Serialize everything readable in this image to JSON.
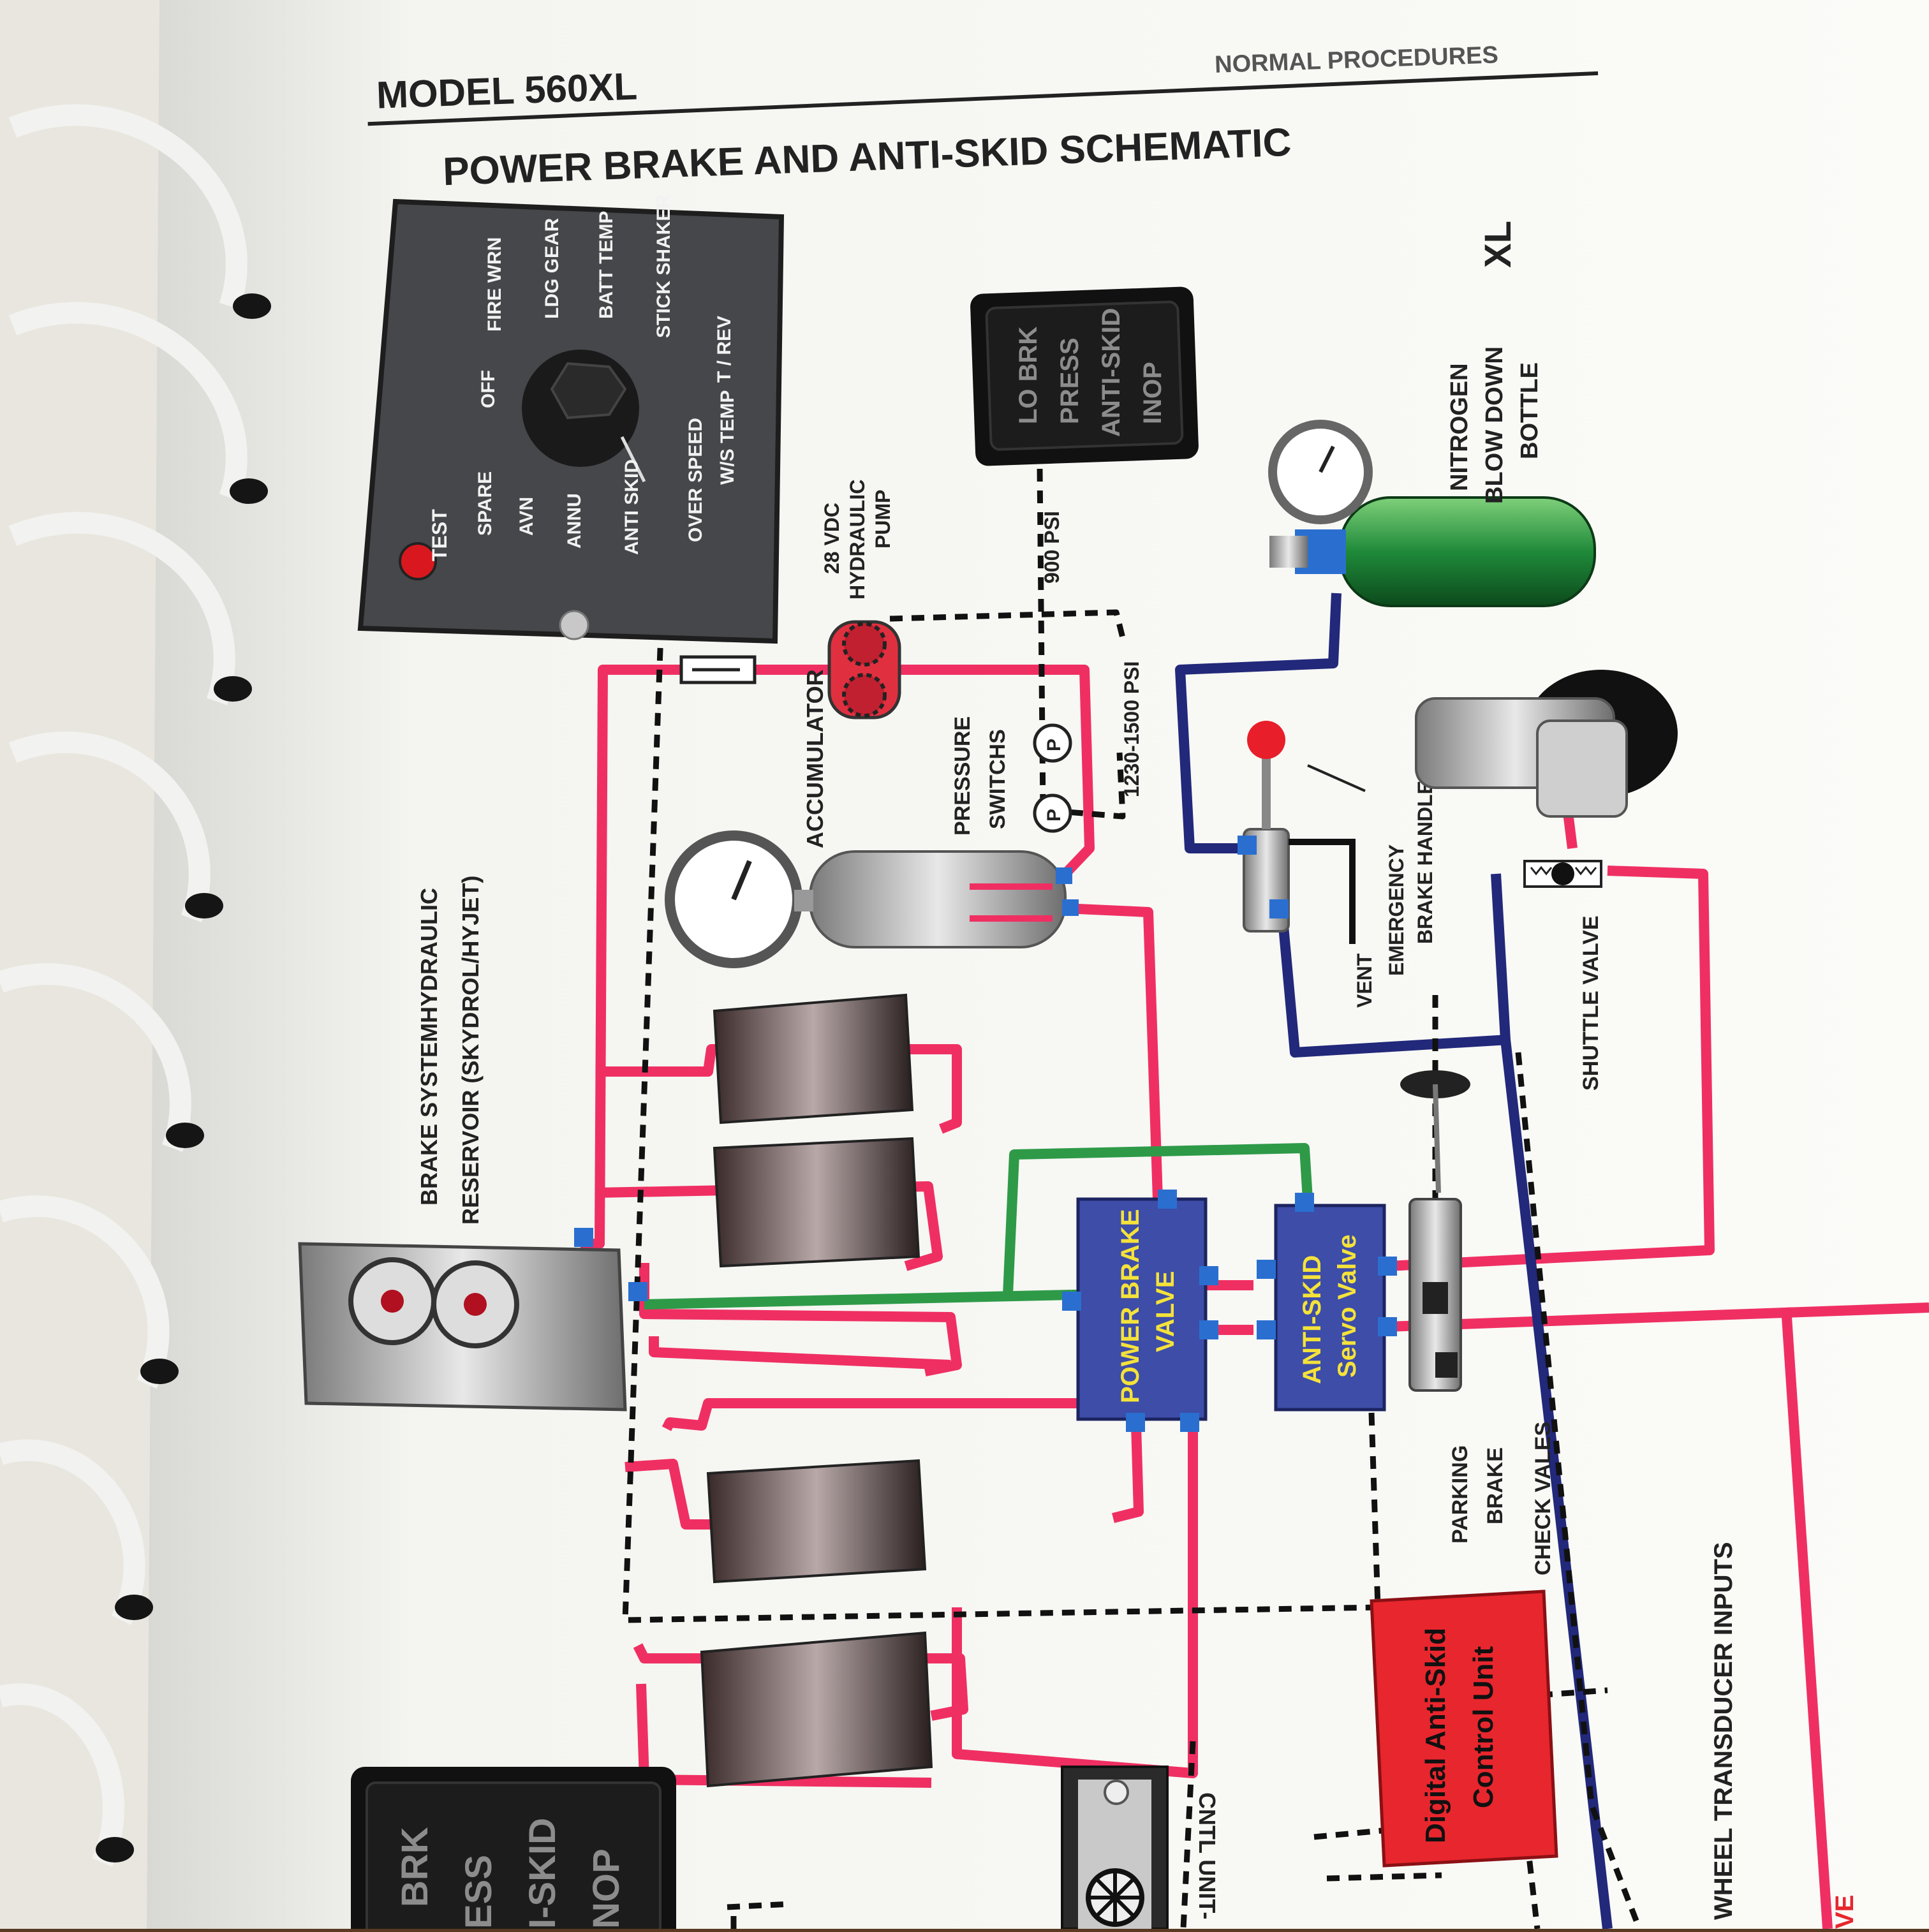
{
  "header": {
    "model": "MODEL 560XL",
    "section": "NORMAL PROCEDURES",
    "title": "POWER BRAKE AND ANTI-SKID SCHEMATIC",
    "xl_mark": "XL"
  },
  "test_panel": {
    "test_button": "TEST",
    "positions": [
      "OFF",
      "FIRE WRN",
      "LDG GEAR",
      "BATT TEMP",
      "STICK SHAKER",
      "T / REV",
      "W/S TEMP",
      "OVER SPEED",
      "ANTI SKID",
      "ANNU",
      "AVN",
      "SPARE"
    ]
  },
  "annunciator": {
    "lines": [
      "LO BRK",
      "PRESS",
      "ANTI-SKID",
      "INOP"
    ],
    "partial_lines": [
      "BRK",
      "ESS",
      "I-SKID",
      "NOP"
    ]
  },
  "labels": {
    "pump": [
      "28 VDC",
      "HYDRAULIC",
      "PUMP"
    ],
    "psi_900": "900 PSI",
    "psi_range": "1230-1500 PSI",
    "accumulator": "ACCUMULATOR",
    "pressure_switches": [
      "PRESSURE",
      "SWITCHS"
    ],
    "pressure_switch_symbol": "P",
    "nitrogen_bottle": [
      "NITROGEN",
      "BLOW DOWN",
      "BOTTLE"
    ],
    "emergency_brake_handle": [
      "EMERGENCY",
      "BRAKE HANDLE"
    ],
    "vent": "VENT",
    "shuttle_valve": "SHUTTLE VALVE",
    "reservoir": [
      "BRAKE SYSTEMHYDRAULIC",
      "RESERVOIR (SKYDROL/HYJET)"
    ],
    "power_brake_valve": [
      "POWER BRAKE",
      "VALVE"
    ],
    "anti_skid_servo": [
      "ANTI-SKID",
      "Servo Valve"
    ],
    "parking_brake": [
      "PARKING",
      "BRAKE"
    ],
    "check_vales": "CHECK VALES",
    "control_unit": [
      "Digital Anti-Skid",
      "Control Unit"
    ],
    "wheel_transducer": "WHEEL TRANSDUCER INPUTS",
    "cntl_unit": "CNTL UNIT-",
    "ve_partial": "VE"
  },
  "colors": {
    "pressure_line": "#ef2f62",
    "return_line": "#2e9a48",
    "emergency_line": "#22287a",
    "valve_box": "#3d4da8",
    "valve_text": "#f4e23a",
    "control_unit": "#e8262d"
  }
}
